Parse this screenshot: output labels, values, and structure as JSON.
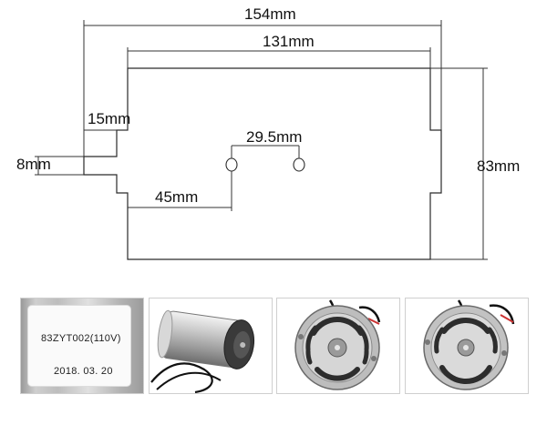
{
  "dimensions": {
    "overall_width": "154mm",
    "inner_width": "131mm",
    "tab_width": "15mm",
    "tab_height": "8mm",
    "hole_spacing": "29.5mm",
    "hole_offset": "45mm",
    "height": "83mm"
  },
  "photos": {
    "label_model": "83ZYT002(110V)",
    "label_date": "2018. 03. 20"
  },
  "colors": {
    "line": "#2a2a2a",
    "dim_line": "#333333",
    "photo_border": "#cfcfcf"
  }
}
